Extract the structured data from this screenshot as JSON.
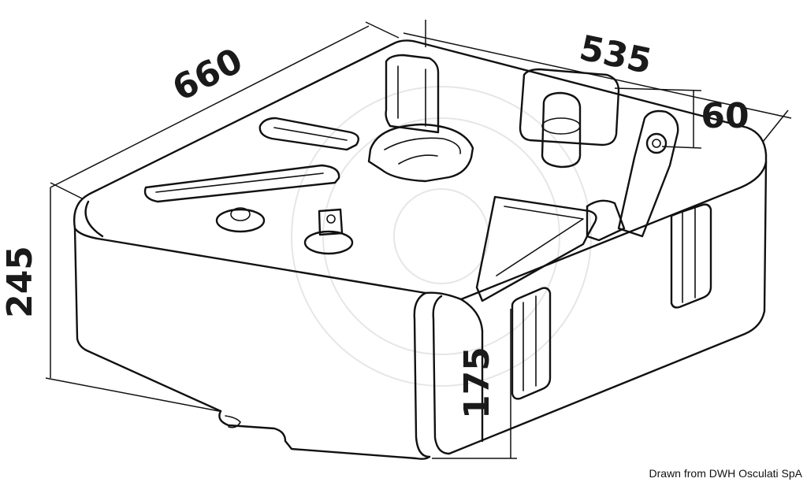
{
  "dimensions": {
    "length": "660",
    "width": "535",
    "neck_height": "60",
    "height": "245",
    "side_height": "175"
  },
  "credit": "Drawn from DWH Osculati SpA",
  "colors": {
    "line": "#111111",
    "background": "#ffffff"
  }
}
